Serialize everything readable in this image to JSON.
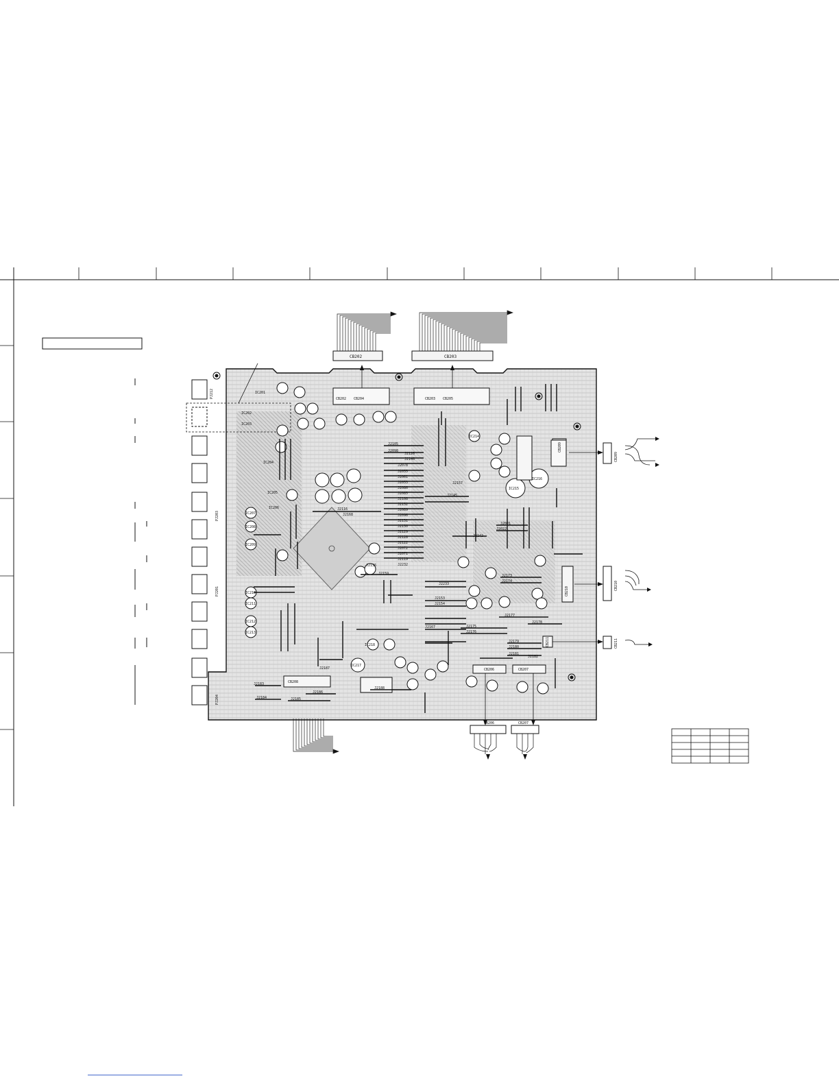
{
  "board": {
    "component_labels": [
      "CB202",
      "CB203",
      "CB204",
      "CB205",
      "CB206",
      "CB207",
      "CB208",
      "CB209",
      "CB210",
      "CB211"
    ],
    "top_connectors": [
      "CB202",
      "CB203"
    ],
    "side_connectors": [
      "CB209",
      "CB210",
      "CB211"
    ],
    "bottom_connectors": [
      "CB206",
      "CB207"
    ],
    "ic_labels": [
      "IC201",
      "IC202",
      "IC203",
      "IC204",
      "IC205",
      "IC206",
      "IC207",
      "IC208",
      "IC209",
      "IC210",
      "IC211",
      "IC212",
      "IC213",
      "IC214",
      "IC215",
      "IC216",
      "IC217",
      "IC218"
    ],
    "jumper_labels": [
      "J2105",
      "J2098",
      "J2126",
      "J2146",
      "J2078",
      "J2055",
      "J2061",
      "J2053",
      "J2086",
      "J2085",
      "J2108",
      "J2152",
      "J2089",
      "J2096",
      "J2131",
      "J2150",
      "J2129",
      "J2128",
      "J2122",
      "J2072",
      "J2071",
      "J2119",
      "J2232",
      "J2233",
      "J2116",
      "J2168",
      "J2136",
      "J2159",
      "J2153",
      "J2154",
      "J2167",
      "J2145",
      "J2157",
      "J2142",
      "J2001",
      "J2022",
      "J2173",
      "J2174",
      "J2175",
      "J2176",
      "J2177",
      "J2178",
      "J2179",
      "J2180",
      "J2181",
      "J2182",
      "J2183",
      "J2184",
      "J2185",
      "J2186",
      "J2187",
      "J2188"
    ],
    "jack_labels": [
      "PJ212",
      "PJ203",
      "PJ201",
      "PJ204"
    ]
  },
  "colors": {
    "ink": "#111111",
    "trace": "#9a9a9a",
    "board": "#e6e6e6",
    "paper": "#ffffff"
  }
}
